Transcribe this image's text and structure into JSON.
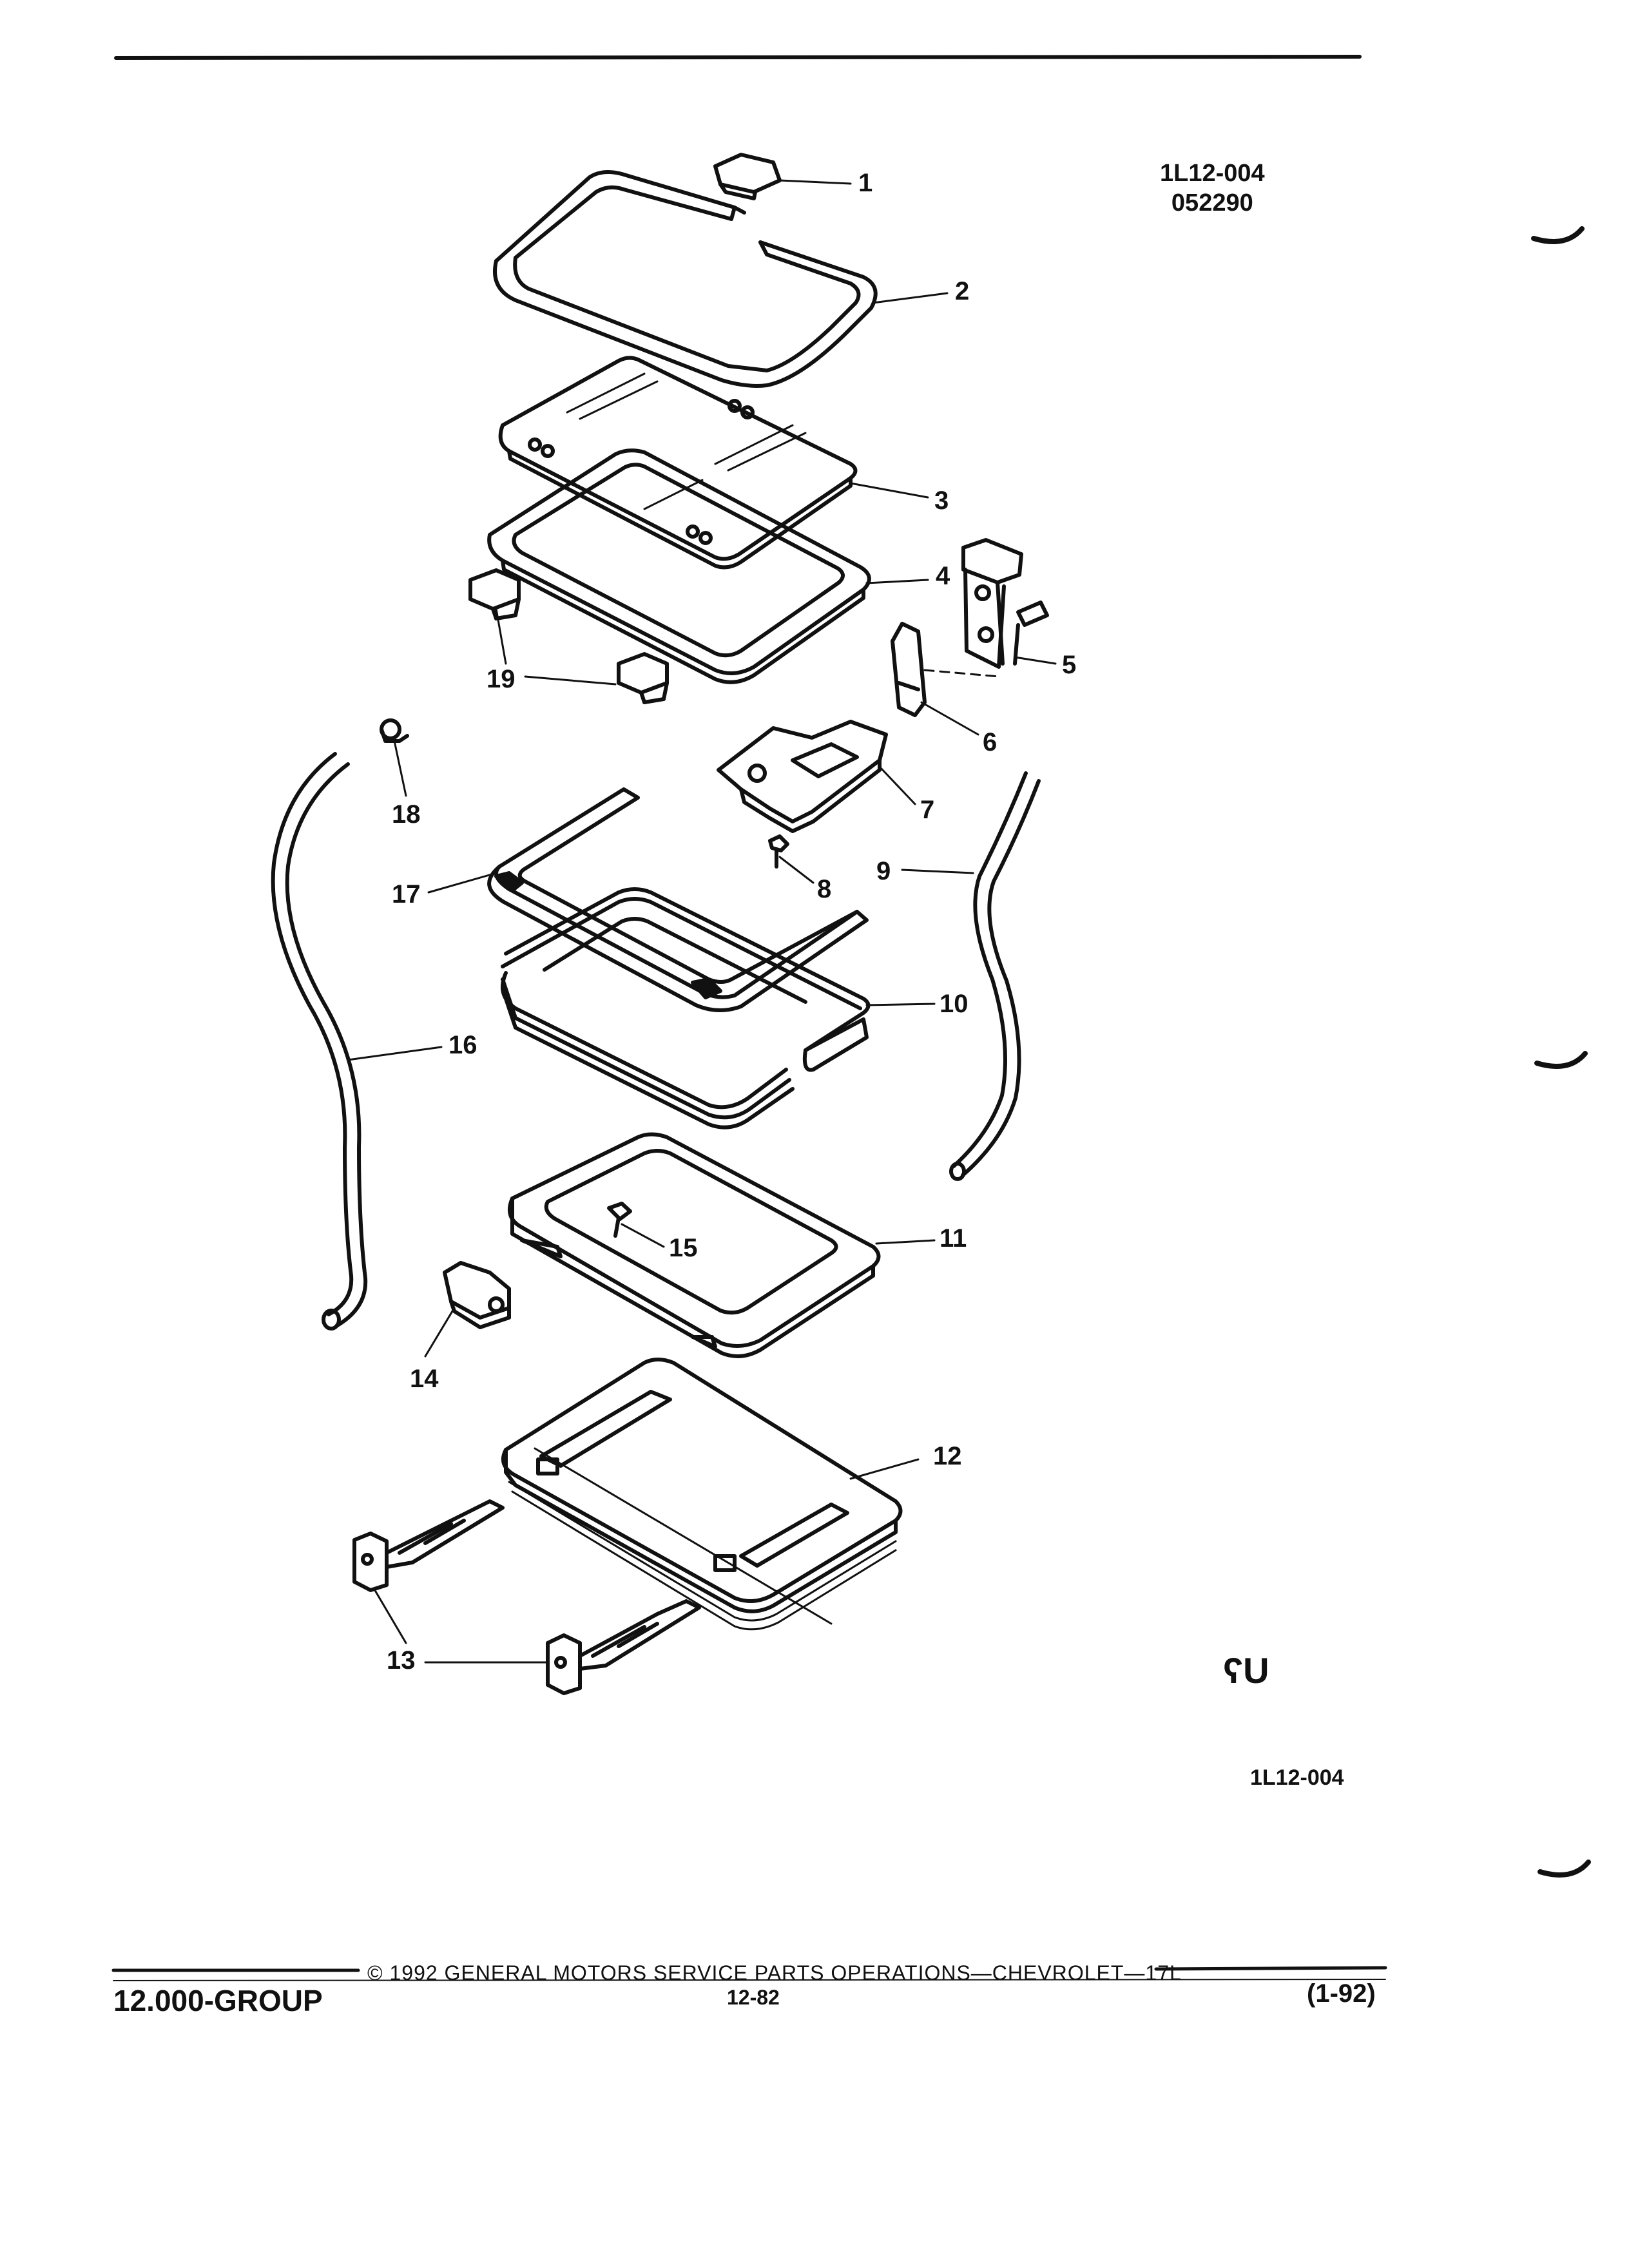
{
  "reference": {
    "illustration_code": "1L12-004",
    "date_code": "052290"
  },
  "figure_id": "1L12-004",
  "mark": "ʕU",
  "callouts": [
    {
      "num": "1"
    },
    {
      "num": "2"
    },
    {
      "num": "3"
    },
    {
      "num": "4"
    },
    {
      "num": "5"
    },
    {
      "num": "6"
    },
    {
      "num": "7"
    },
    {
      "num": "8"
    },
    {
      "num": "9"
    },
    {
      "num": "10"
    },
    {
      "num": "11"
    },
    {
      "num": "12"
    },
    {
      "num": "13"
    },
    {
      "num": "14"
    },
    {
      "num": "15"
    },
    {
      "num": "16"
    },
    {
      "num": "17"
    },
    {
      "num": "18"
    },
    {
      "num": "19"
    }
  ],
  "footer": {
    "group": "12.000-GROUP",
    "copyright": "© 1992 GENERAL MOTORS SERVICE PARTS OPERATIONS—CHEVROLET—17L",
    "page": "12-82",
    "revision": "(1-92)"
  }
}
